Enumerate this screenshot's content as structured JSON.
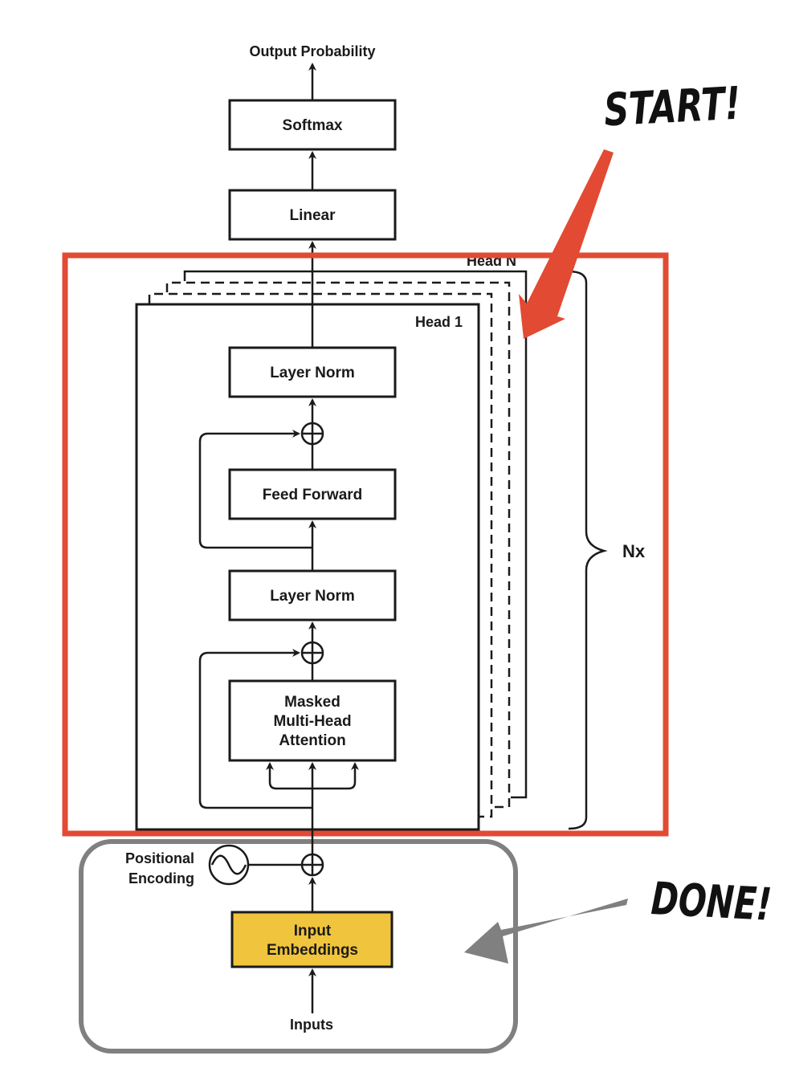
{
  "output_label": "Output Probability",
  "blocks": {
    "softmax": "Softmax",
    "linear": "Linear",
    "layer_norm_top": "Layer Norm",
    "feed_forward": "Feed Forward",
    "layer_norm_bottom": "Layer Norm",
    "attention": [
      "Masked",
      "Multi-Head",
      "Attention"
    ],
    "input_embeddings": [
      "Input",
      "Embeddings"
    ]
  },
  "heads": {
    "first": "Head 1",
    "last": "Head N"
  },
  "repeat_label": "Nx",
  "positional_encoding": [
    "Positional",
    "Encoding"
  ],
  "inputs_label": "Inputs",
  "annotations": {
    "start": "START!",
    "done": "DONE!"
  },
  "colors": {
    "highlight_red": "#e24a33",
    "done_gray": "#808080",
    "embedding_fill": "#f0c43c",
    "stroke": "#1a1a1a"
  }
}
